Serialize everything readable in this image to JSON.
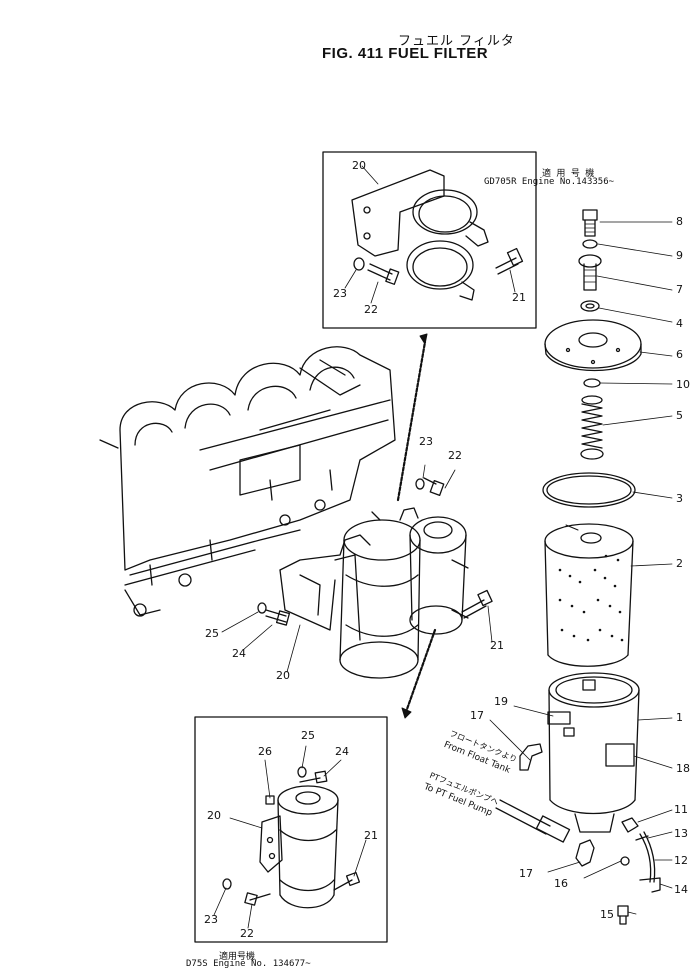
{
  "header": {
    "title_jp": "フュエル フィルタ",
    "title": "FIG. 411  FUEL  FILTER"
  },
  "insets": {
    "top_applicability_jp": "適 用 号 機",
    "top_applicability": "GD705R  Engine  No.143356~",
    "bottom_applicability_jp": "適用号機",
    "bottom_applicability": "D75S Engine No. 134677~"
  },
  "routes": {
    "from_float_tank_jp": "フロートタンクより",
    "from_float_tank": "From Float Tank",
    "to_pt_pump_jp": "PTフュエルポンプへ",
    "to_pt_pump": "To PT Fuel Pump"
  },
  "callouts": {
    "p1": "1",
    "p2": "2",
    "p3": "3",
    "p4": "4",
    "p5": "5",
    "p6": "6",
    "p7": "7",
    "p8": "8",
    "p9": "9",
    "p10": "10",
    "p11": "11",
    "p12": "12",
    "p13": "13",
    "p14": "14",
    "p15": "15",
    "p16": "16",
    "p17a": "17",
    "p17b": "17",
    "p18": "18",
    "p19": "19",
    "p20_top": "20",
    "p21_top": "21",
    "p22_top": "22",
    "p23_top": "23",
    "p20_mid": "20",
    "p21_mid": "21",
    "p22_mid": "22",
    "p23_mid": "23",
    "p24_mid": "24",
    "p25_mid": "25",
    "p20_bot": "20",
    "p21_bot": "21",
    "p22_bot": "22",
    "p23_bot": "23",
    "p24_bot": "24",
    "p25_bot": "25",
    "p26_bot": "26"
  },
  "colors": {
    "ink": "#111111",
    "paper": "#ffffff"
  }
}
